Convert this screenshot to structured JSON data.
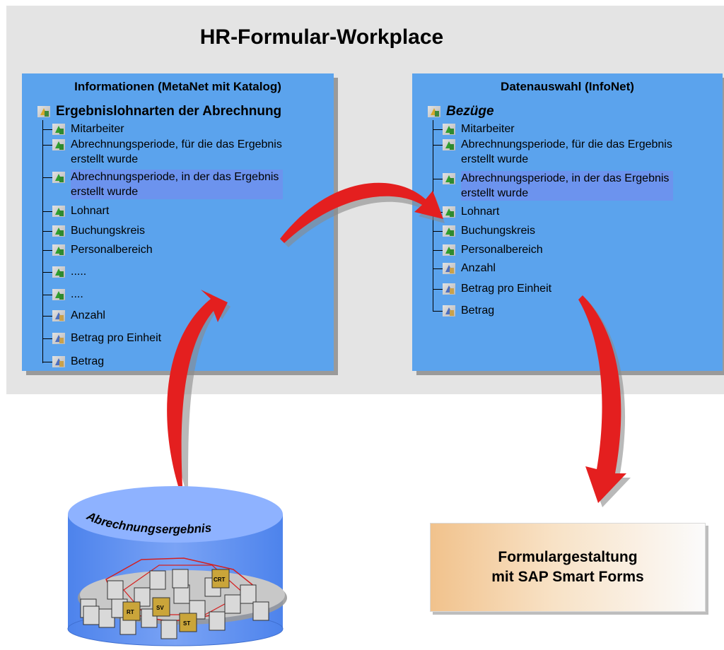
{
  "title": "HR-Formular-Workplace",
  "left_panel": {
    "title": "Informationen (MetaNet mit Katalog)",
    "root": "Ergebnislohnarten der Abrechnung",
    "items": [
      {
        "label": "Mitarbeiter",
        "icon": "characteristic-icon"
      },
      {
        "label": "Abrechnungsperiode, für die das Ergebnis",
        "label2": "erstellt wurde",
        "icon": "characteristic-icon"
      },
      {
        "label": "Abrechnungsperiode, in der das Ergebnis",
        "label2": "erstellt wurde",
        "icon": "characteristic-icon"
      },
      {
        "label": "Lohnart",
        "icon": "characteristic-icon"
      },
      {
        "label": "Buchungskreis",
        "icon": "characteristic-icon"
      },
      {
        "label": "Personalbereich",
        "icon": "characteristic-icon"
      },
      {
        "label": ".....",
        "icon": "characteristic-icon"
      },
      {
        "label": "....",
        "icon": "characteristic-icon"
      },
      {
        "label": "Anzahl",
        "icon": "key-figure-icon"
      },
      {
        "label": "Betrag pro Einheit",
        "icon": "key-figure-icon"
      },
      {
        "label": "Betrag",
        "icon": "key-figure-icon"
      }
    ]
  },
  "right_panel": {
    "title": "Datenauswahl (InfoNet)",
    "root": "Bezüge",
    "items": [
      {
        "label": "Mitarbeiter",
        "icon": "characteristic-icon"
      },
      {
        "label": "Abrechnungsperiode, für die das Ergebnis",
        "label2": "erstellt wurde",
        "icon": "characteristic-icon"
      },
      {
        "label": "Abrechnungsperiode, in der das Ergebnis",
        "label2": "erstellt wurde",
        "icon": "characteristic-icon"
      },
      {
        "label": "Lohnart",
        "icon": "characteristic-icon"
      },
      {
        "label": "Buchungskreis",
        "icon": "characteristic-icon"
      },
      {
        "label": "Personalbereich",
        "icon": "characteristic-icon"
      },
      {
        "label": "Anzahl",
        "icon": "key-figure-icon"
      },
      {
        "label": "Betrag pro Einheit",
        "icon": "key-figure-icon"
      },
      {
        "label": "Betrag",
        "icon": "key-figure-icon"
      }
    ]
  },
  "database": {
    "label": "Abrechnungsergebnis",
    "file_labels": [
      "RT",
      "SV",
      "CRT",
      "ST"
    ]
  },
  "forms_box": {
    "line1": "Formulargestaltung",
    "line2": "mit SAP Smart Forms"
  },
  "colors": {
    "panel": "#5ba3ed",
    "background": "#e4e4e4",
    "arrow": "#e41f1f",
    "database_top": "#8eb2ff",
    "database_side": "#5b8ff2"
  }
}
